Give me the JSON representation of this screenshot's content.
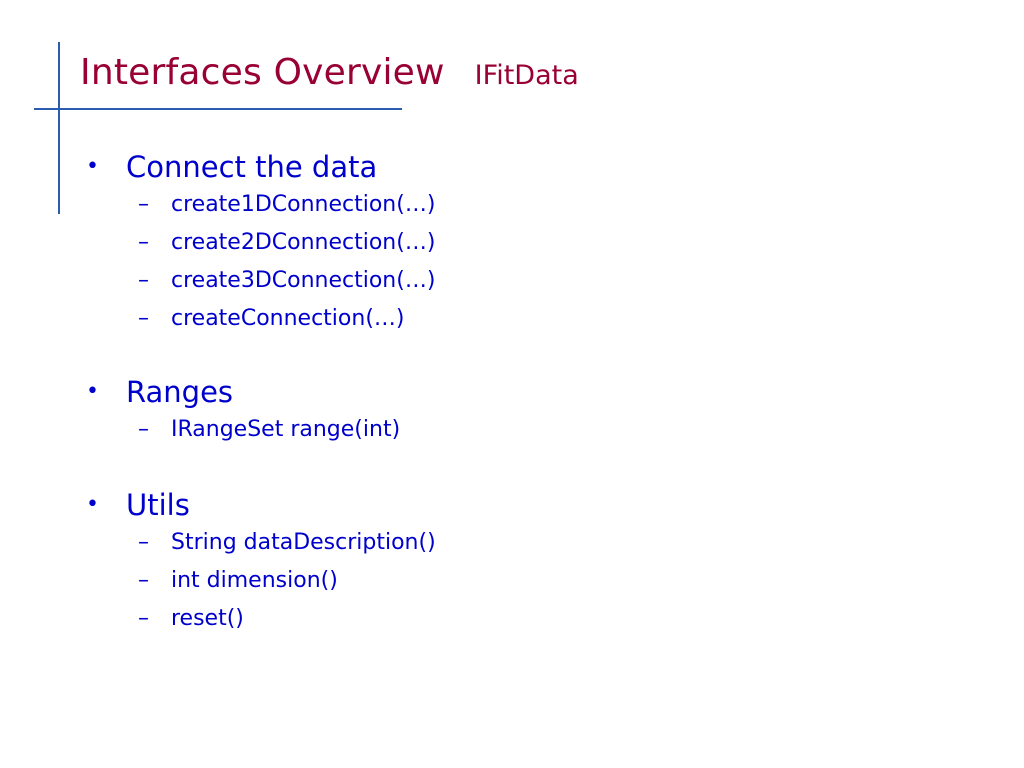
{
  "slide": {
    "title": "Interfaces Overview",
    "subtitle": "IFitData",
    "colors": {
      "title": "#990033",
      "body": "#0000cc",
      "rule": "#2a5db0"
    }
  },
  "sections": [
    {
      "bullet": "•",
      "heading": "Connect the data",
      "items": [
        {
          "dash": "–",
          "text": "create1DConnection(…)"
        },
        {
          "dash": "–",
          "text": "create2DConnection(…)"
        },
        {
          "dash": "–",
          "text": "create3DConnection(…)"
        },
        {
          "dash": "–",
          "text": "createConnection(…)"
        }
      ]
    },
    {
      "bullet": "•",
      "heading": "Ranges",
      "items": [
        {
          "dash": "–",
          "text": "IRangeSet range(int)"
        }
      ]
    },
    {
      "bullet": "•",
      "heading": "Utils",
      "items": [
        {
          "dash": "–",
          "text": "String dataDescription()"
        },
        {
          "dash": "–",
          "text": "int dimension()"
        },
        {
          "dash": "–",
          "text": "reset()"
        }
      ]
    }
  ]
}
